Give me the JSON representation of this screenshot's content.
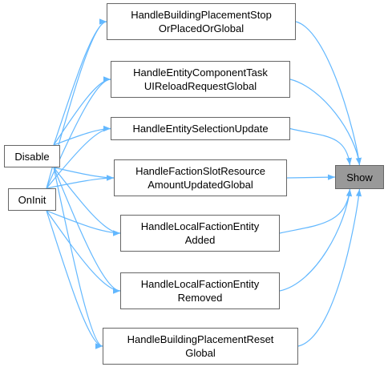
{
  "diagram": {
    "edge_color": "#63b8ff",
    "node_border": "#666666",
    "focus_fill": "#999999",
    "nodes": {
      "disable": {
        "lines": [
          "Disable"
        ]
      },
      "oninit": {
        "lines": [
          "OnInit"
        ]
      },
      "show": {
        "lines": [
          "Show"
        ]
      },
      "placement_stop": {
        "lines": [
          "HandleBuildingPlacementStop",
          "OrPlacedOrGlobal"
        ]
      },
      "component_task": {
        "lines": [
          "HandleEntityComponentTask",
          "UIReloadRequestGlobal"
        ]
      },
      "selection_update": {
        "lines": [
          "HandleEntitySelectionUpdate"
        ]
      },
      "faction_slot": {
        "lines": [
          "HandleFactionSlotResource",
          "AmountUpdatedGlobal"
        ]
      },
      "local_added": {
        "lines": [
          "HandleLocalFactionEntity",
          "Added"
        ]
      },
      "local_removed": {
        "lines": [
          "HandleLocalFactionEntity",
          "Removed"
        ]
      },
      "placement_reset": {
        "lines": [
          "HandleBuildingPlacementReset",
          "Global"
        ]
      }
    },
    "edges": [
      [
        "disable",
        "placement_stop"
      ],
      [
        "disable",
        "component_task"
      ],
      [
        "disable",
        "selection_update"
      ],
      [
        "disable",
        "faction_slot"
      ],
      [
        "disable",
        "local_added"
      ],
      [
        "disable",
        "local_removed"
      ],
      [
        "disable",
        "placement_reset"
      ],
      [
        "oninit",
        "placement_stop"
      ],
      [
        "oninit",
        "component_task"
      ],
      [
        "oninit",
        "selection_update"
      ],
      [
        "oninit",
        "faction_slot"
      ],
      [
        "oninit",
        "local_added"
      ],
      [
        "oninit",
        "local_removed"
      ],
      [
        "oninit",
        "placement_reset"
      ],
      [
        "placement_stop",
        "show"
      ],
      [
        "component_task",
        "show"
      ],
      [
        "selection_update",
        "show"
      ],
      [
        "faction_slot",
        "show"
      ],
      [
        "local_added",
        "show"
      ],
      [
        "local_removed",
        "show"
      ],
      [
        "placement_reset",
        "show"
      ]
    ]
  }
}
